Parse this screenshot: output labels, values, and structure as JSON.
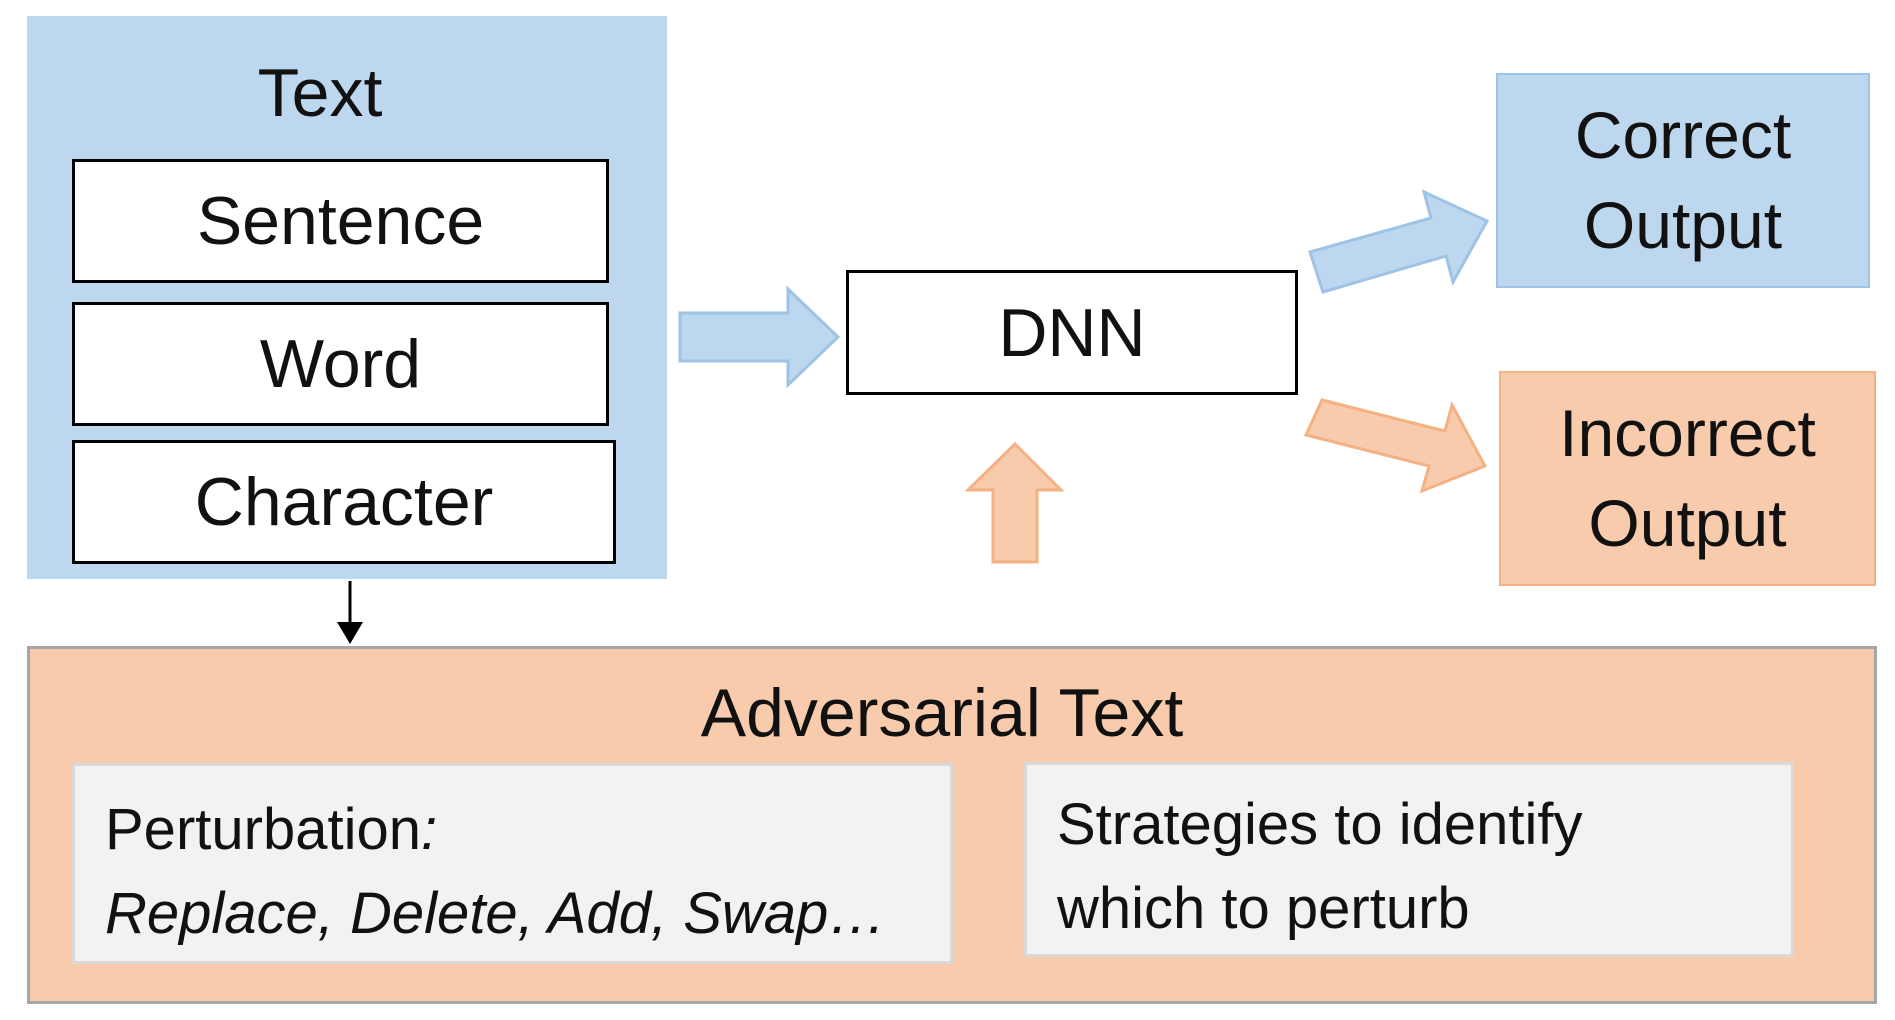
{
  "text_panel": {
    "title": "Text",
    "levels": [
      "Sentence",
      "Word",
      "Character"
    ]
  },
  "model": {
    "label": "DNN"
  },
  "outputs": {
    "correct": {
      "line1": "Correct",
      "line2": "Output"
    },
    "incorrect": {
      "line1": "Incorrect",
      "line2": "Output"
    }
  },
  "adversarial": {
    "title": "Adversarial Text",
    "perturbation": {
      "label_text": "Perturbation",
      "label_colon": ":",
      "operations": "Replace, Delete, Add, Swap…"
    },
    "strategies": {
      "line1": "Strategies to identify",
      "line2": "which to perturb"
    }
  },
  "colors": {
    "blue_fill": "#bdd7ee",
    "blue_border": "#9dc3e6",
    "orange_fill": "#f8cbad",
    "orange_border": "#f4b183",
    "grey_fill": "#f2f2f2"
  }
}
